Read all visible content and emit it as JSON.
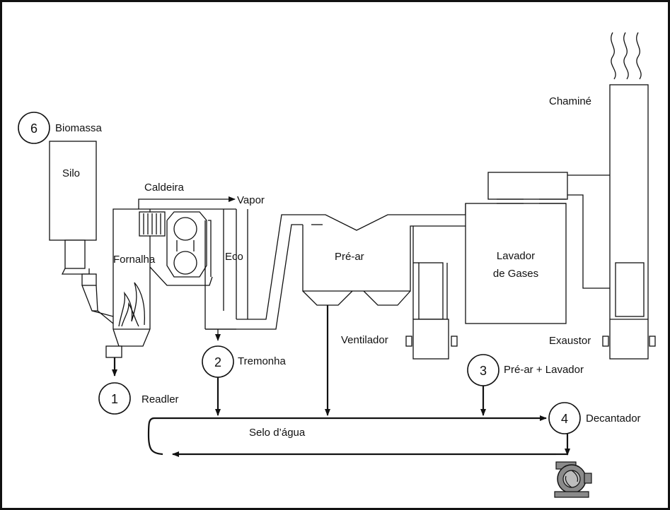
{
  "labels": {
    "biomassa": "Biomassa",
    "silo": "Silo",
    "caldeira": "Caldeira",
    "vapor": "Vapor",
    "fornalha": "Fornalha",
    "eco": "Eco",
    "pre_ar": "Pré-ar",
    "lavador_line1": "Lavador",
    "lavador_line2": "de Gases",
    "chamine": "Chaminé",
    "ventilador": "Ventilador",
    "exaustor": "Exaustor",
    "tremonha": "Tremonha",
    "readler": "Readler",
    "pre_ar_lavador": "Pré-ar + Lavador",
    "decantador": "Decantador",
    "selo_agua": "Selo d’água"
  },
  "markers": {
    "m1": "1",
    "m2": "2",
    "m3": "3",
    "m4": "4",
    "m6": "6"
  },
  "colors": {
    "stroke": "#111111",
    "pump_fill": "#8a8a8a",
    "background": "#ffffff"
  }
}
